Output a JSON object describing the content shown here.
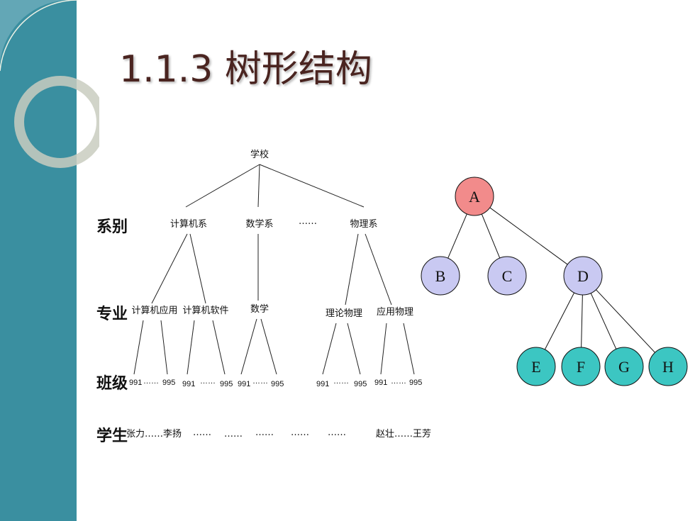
{
  "title": "1.1.3 树形结构",
  "rows": {
    "dept": "系别",
    "major": "专业",
    "class": "班级",
    "student": "学生"
  },
  "school": {
    "root": "学校",
    "depts": [
      "计算机系",
      "数学系",
      "物理系"
    ],
    "dept_gap": "……",
    "majors": [
      "计算机应用",
      "计算机软件",
      "数学",
      "理论物理",
      "应用物理"
    ],
    "classes": [
      {
        "from": "991",
        "dots": "……",
        "to": "995"
      },
      {
        "from": "991",
        "dots": "……",
        "to": "995"
      },
      {
        "from": "991",
        "dots": "……",
        "to": "995"
      },
      {
        "from": "991",
        "dots": "……",
        "to": "995"
      },
      {
        "from": "991",
        "dots": "……",
        "to": "995"
      }
    ],
    "students": {
      "first": "张力……李扬",
      "gaps": [
        "……",
        "……",
        "……",
        "……",
        "……"
      ],
      "last": "赵壮……王芳"
    }
  },
  "tree": {
    "nodes": [
      {
        "id": "A",
        "label": "A",
        "color": "#f28b8b"
      },
      {
        "id": "B",
        "label": "B",
        "color": "#c9c9f2"
      },
      {
        "id": "C",
        "label": "C",
        "color": "#c9c9f2"
      },
      {
        "id": "D",
        "label": "D",
        "color": "#c9c9f2"
      },
      {
        "id": "E",
        "label": "E",
        "color": "#3cc6c2"
      },
      {
        "id": "F",
        "label": "F",
        "color": "#3cc6c2"
      },
      {
        "id": "G",
        "label": "G",
        "color": "#3cc6c2"
      },
      {
        "id": "H",
        "label": "H",
        "color": "#3cc6c2"
      }
    ],
    "edges": [
      [
        "A",
        "B"
      ],
      [
        "A",
        "C"
      ],
      [
        "A",
        "D"
      ],
      [
        "D",
        "E"
      ],
      [
        "D",
        "F"
      ],
      [
        "D",
        "G"
      ],
      [
        "D",
        "H"
      ]
    ]
  },
  "colors": {
    "sidebar": "#3a8fa0",
    "title": "#4a2420"
  }
}
